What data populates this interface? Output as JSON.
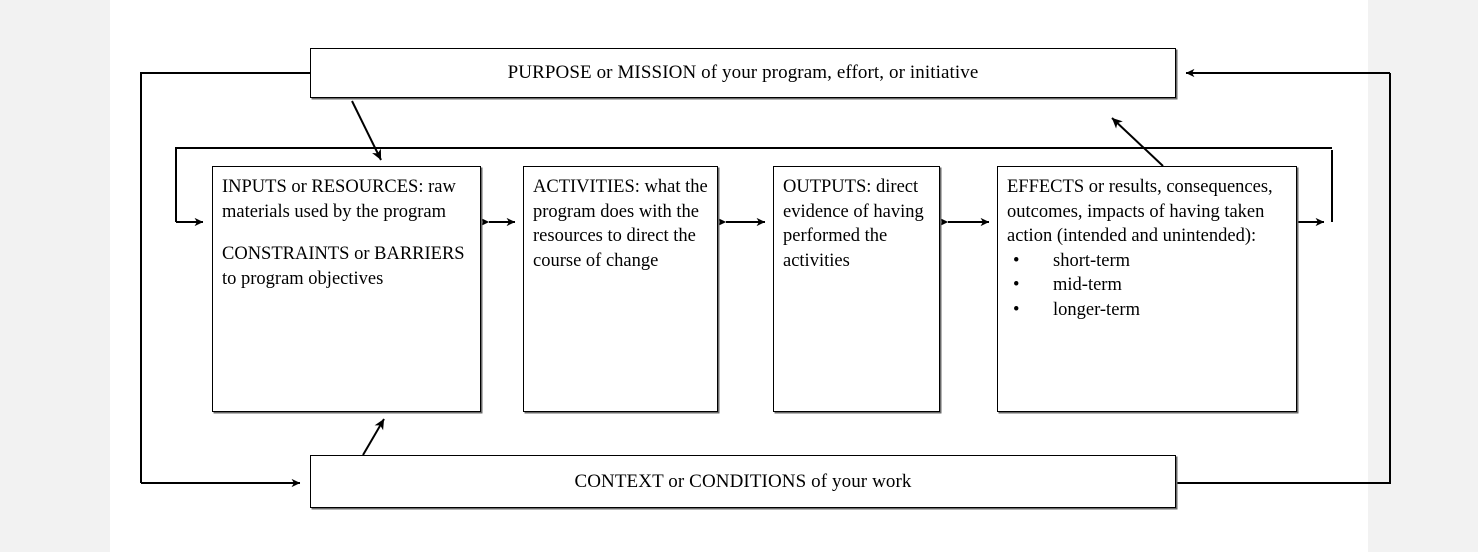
{
  "diagram": {
    "title_top": "PURPOSE or MISSION of your program, effort, or initiative",
    "title_bottom": "CONTEXT or CONDITIONS of your work",
    "columns": [
      {
        "key": "inputs",
        "paragraphs": [
          "INPUTS or RESOURCES: raw materials used by the program",
          "CONSTRAINTS or BARRIERS to program objectives"
        ],
        "bullets": []
      },
      {
        "key": "activities",
        "paragraphs": [
          "ACTIVITIES: what the program does with the resources to direct the course of change"
        ],
        "bullets": []
      },
      {
        "key": "outputs",
        "paragraphs": [
          "OUTPUTS: direct evidence of having performed the activities"
        ],
        "bullets": []
      },
      {
        "key": "effects",
        "paragraphs": [
          "EFFECTS or results, consequences, outcomes, impacts of having taken action (intended and unintended):"
        ],
        "bullets": [
          "short-term",
          "mid-term",
          "longer-term"
        ]
      }
    ],
    "bullet_glyph": "•",
    "colors": {
      "line": "#000000",
      "box_fill": "#ffffff",
      "shadow": "#6a6a6a",
      "page_margin": "#f2f2f2"
    }
  }
}
